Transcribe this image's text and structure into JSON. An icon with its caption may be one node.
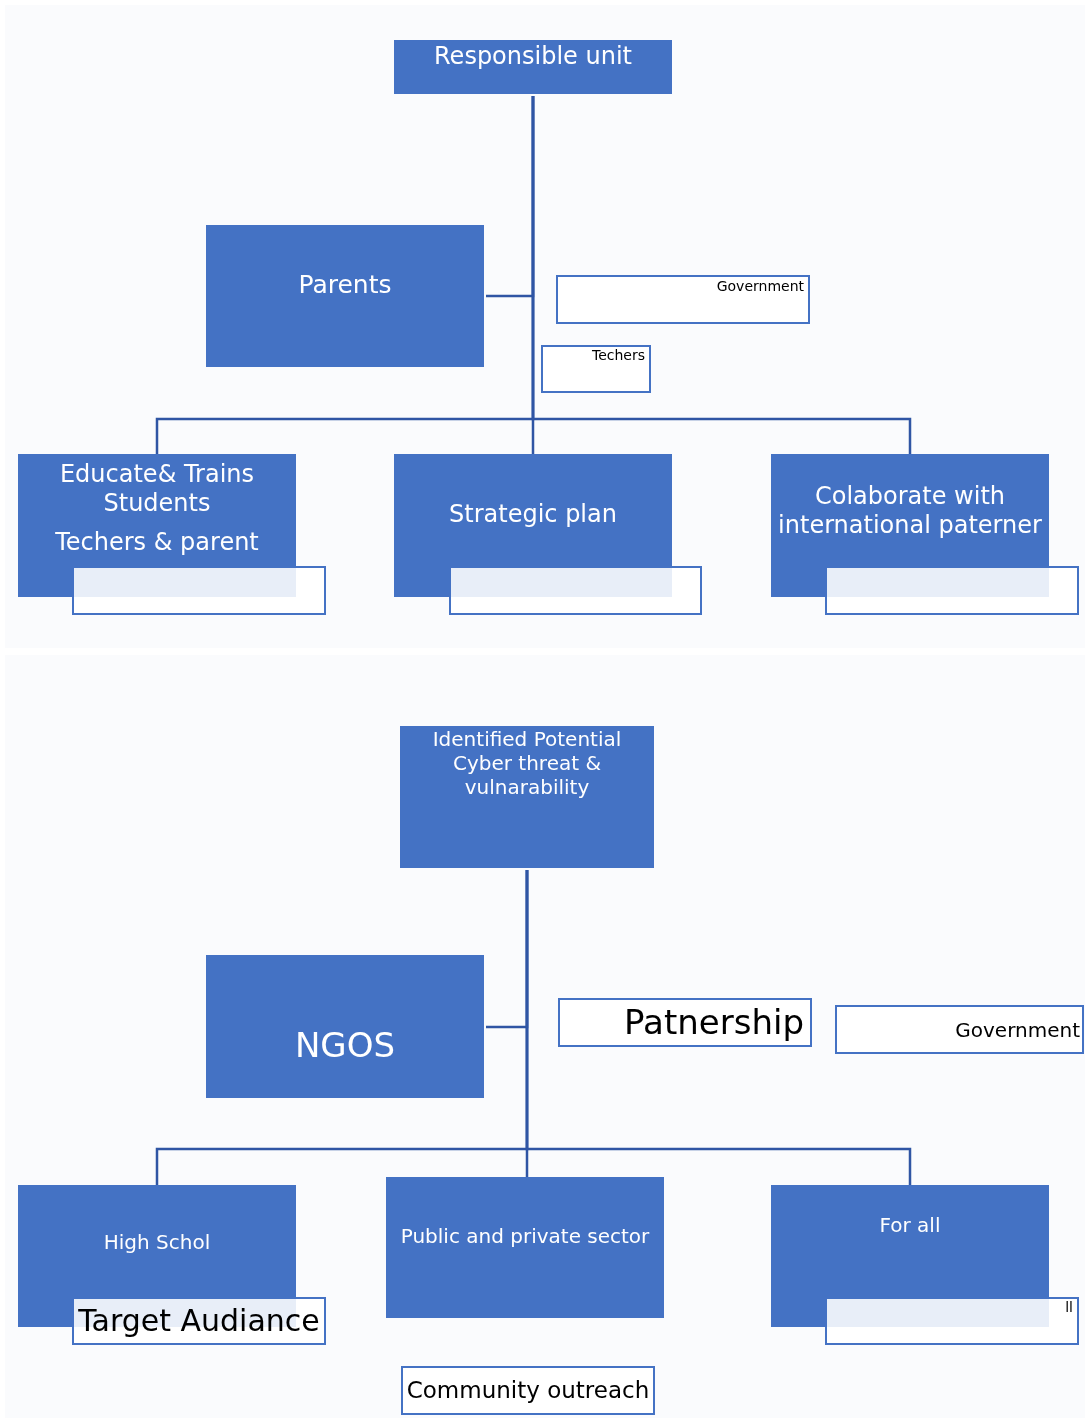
{
  "diagram": {
    "nodes": [
      {
        "text": [
          "Responsible unit"
        ]
      },
      {
        "text": [
          "Parents"
        ]
      },
      {
        "text": [
          "Government"
        ]
      },
      {
        "text": [
          "Techers"
        ]
      },
      {
        "text": [
          "Educate& Trains Students",
          "Techers & parent"
        ]
      },
      {
        "text": [],
        "shape": "box"
      },
      {
        "text": [
          "Strategic plan"
        ]
      },
      {
        "text": [],
        "shape": "box"
      },
      {
        "text": [
          "Colaborate with international paterner"
        ]
      },
      {
        "text": [],
        "shape": "box"
      },
      {
        "text": [
          "Identified Potential Cyber threat & vulnarability"
        ]
      },
      {
        "text": [
          "NGOS"
        ]
      },
      {
        "text": [
          "Patnership"
        ]
      },
      {
        "text": [
          "Government"
        ]
      },
      {
        "text": [
          "High Schol"
        ]
      },
      {
        "text": [
          "Target Audiance"
        ]
      },
      {
        "text": [
          "Public and private sector"
        ]
      },
      {
        "text": [
          "For all"
        ]
      },
      {
        "text": [
          "ll"
        ]
      },
      {
        "text": [
          "Community outreach"
        ]
      }
    ],
    "edges": [
      {
        "from": 0,
        "to": 1,
        "arrow": "none"
      },
      {
        "from": 0,
        "to": 4,
        "arrow": "none"
      },
      {
        "from": 0,
        "to": 6,
        "arrow": "none"
      },
      {
        "from": 0,
        "to": 8,
        "arrow": "none"
      },
      {
        "from": 10,
        "to": 11,
        "arrow": "none"
      },
      {
        "from": 10,
        "to": 14,
        "arrow": "none"
      },
      {
        "from": 10,
        "to": 16,
        "arrow": "none"
      },
      {
        "from": 10,
        "to": 17,
        "arrow": "none"
      }
    ]
  }
}
